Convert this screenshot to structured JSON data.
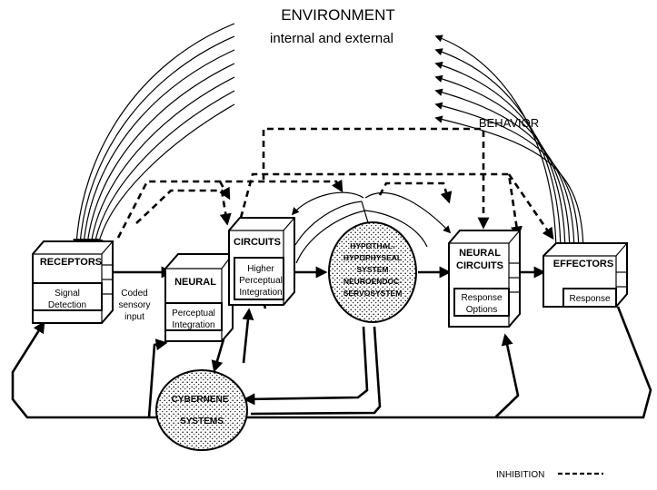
{
  "title": "ENVIRONMENT",
  "subtitle": "internal and external",
  "behavior": "BEHAVIOR",
  "receptors": {
    "title": "RECEPTORS",
    "line1": "Signal",
    "line2": "Detection"
  },
  "coded_input": {
    "line1": "Coded",
    "line2": "sensory",
    "line3": "input"
  },
  "neural": {
    "title": "NEURAL",
    "line1": "Perceptual",
    "line2": "Integration"
  },
  "circuits": {
    "title": "CIRCUITS",
    "line1": "Higher",
    "line2": "Perceptual",
    "line3": "Integration"
  },
  "hypothalamus": {
    "line1": "HYPOTHAL-",
    "line2": "HYPOPHYSEAL",
    "line3": "SYSTEM",
    "line4": "NEUROENDOC-",
    "line5": "SERVOSYSTEM"
  },
  "neural_circuits": {
    "line1": "NEURAL",
    "line2": "CIRCUITS",
    "line3": "Response",
    "line4": "Options"
  },
  "effectors": {
    "title": "EFFECTORS",
    "line1": "Response"
  },
  "cybernene": {
    "line1": "CYBERNENE",
    "line2": "SYSTEMS"
  },
  "legend": {
    "label": "INHIBITION"
  }
}
